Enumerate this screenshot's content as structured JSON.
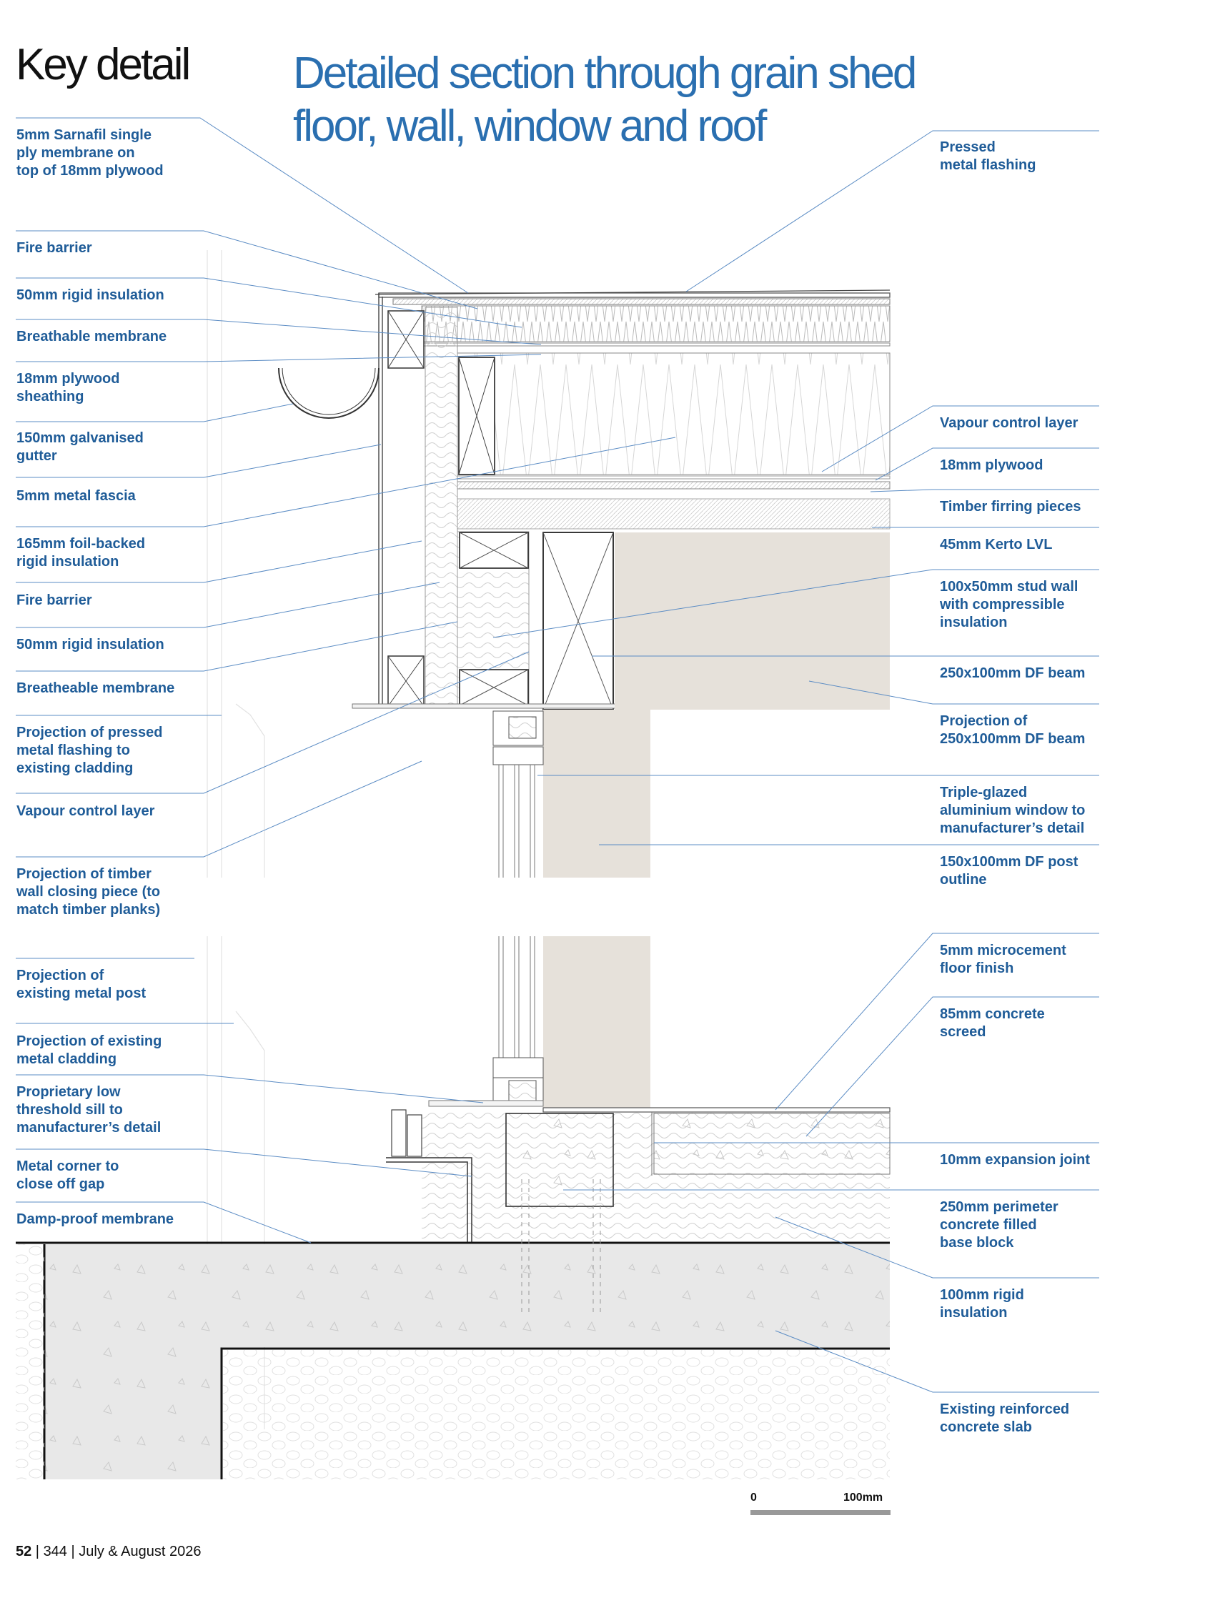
{
  "header": {
    "section": "Key detail",
    "title": "Detailed section through grain shed floor, wall, window and roof"
  },
  "labels_left": [
    "5mm Sarnafil single\nply membrane on\ntop of 18mm plywood",
    "Fire barrier",
    "50mm rigid insulation",
    "Breathable membrane",
    "18mm plywood\nsheathing",
    "150mm galvanised\ngutter",
    "5mm metal fascia",
    "165mm foil-backed\nrigid insulation",
    "Fire barrier",
    "50mm rigid insulation",
    "Breatheable membrane",
    "Projection of pressed\nmetal flashing to\nexisting cladding",
    "Vapour control layer",
    "Projection of timber\nwall closing piece (to\nmatch timber planks)",
    "Projection of\nexisting metal post",
    "Projection of existing\nmetal cladding",
    "Proprietary low\nthreshold sill to\nmanufacturer’s detail",
    "Metal corner to\nclose off gap",
    "Damp-proof membrane"
  ],
  "labels_right": [
    "Pressed\nmetal flashing",
    "Vapour control layer",
    "18mm plywood",
    "Timber firring pieces",
    "45mm Kerto LVL",
    "100x50mm stud wall\nwith compressible\ninsulation",
    "250x100mm DF beam",
    "Projection of\n250x100mm DF beam",
    "Triple-glazed\naluminium window to\nmanufacturer’s detail",
    "150x100mm DF post\noutline",
    "5mm microcement\nfloor finish",
    "85mm concrete\nscreed",
    "10mm expansion joint",
    "250mm perimeter\nconcrete filled\nbase block",
    "100mm rigid\ninsulation",
    "Existing reinforced\nconcrete slab"
  ],
  "scale_bar": {
    "start": "0",
    "end": "100mm"
  },
  "footer": {
    "page": "52",
    "issue": "344",
    "date": "July & August 2026"
  },
  "colors": {
    "title": "#2a6fb0",
    "label": "#1f5c98",
    "leader": "#5b8cc4",
    "timber": "#e6e1da",
    "concrete": "#e8e8e8"
  }
}
